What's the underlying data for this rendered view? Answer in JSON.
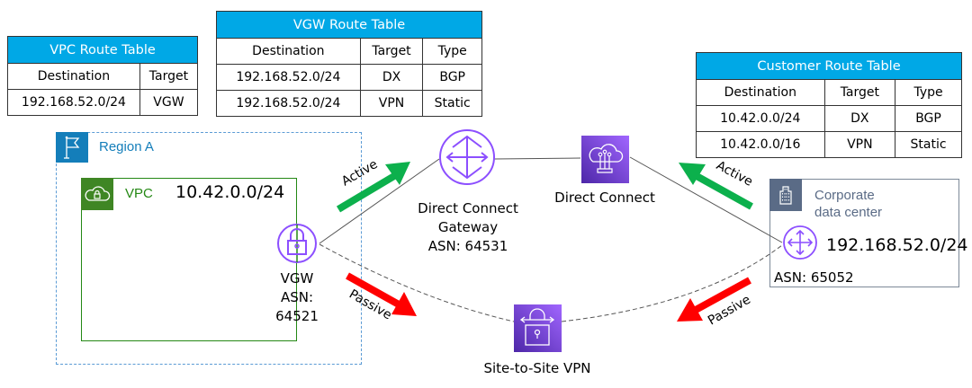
{
  "route_tables": {
    "vpc": {
      "title": "VPC Route Table",
      "headers": [
        "Destination",
        "Target"
      ],
      "rows": [
        [
          "192.168.52.0/24",
          "VGW"
        ]
      ]
    },
    "vgw": {
      "title": "VGW Route Table",
      "headers": [
        "Destination",
        "Target",
        "Type"
      ],
      "rows": [
        [
          "192.168.52.0/24",
          "DX",
          "BGP"
        ],
        [
          "192.168.52.0/24",
          "VPN",
          "Static"
        ]
      ]
    },
    "customer": {
      "title": "Customer Route Table",
      "headers": [
        "Destination",
        "Target",
        "Type"
      ],
      "rows": [
        [
          "10.42.0.0/24",
          "DX",
          "BGP"
        ],
        [
          "10.42.0.0/16",
          "VPN",
          "Static"
        ]
      ]
    }
  },
  "region": {
    "label": "Region A",
    "icon": "flag-icon"
  },
  "vpc": {
    "label": "VPC",
    "cidr": "10.42.0.0/24",
    "icon": "cloud-lock-icon"
  },
  "vgw": {
    "name": "VGW",
    "asn": "ASN: 64521",
    "icon": "padlock-circle-icon"
  },
  "dx_gateway": {
    "name_line1": "Direct Connect",
    "name_line2": "Gateway",
    "asn": "ASN: 64531",
    "icon": "gateway-arrows-icon"
  },
  "direct_connect": {
    "name": "Direct Connect",
    "icon": "cloud-circuit-icon"
  },
  "vpn": {
    "name": "Site-to-Site VPN",
    "icon": "vpn-lock-icon"
  },
  "corporate_dc": {
    "label_line1": "Corporate",
    "label_line2": "data center",
    "cidr": "192.168.52.0/24",
    "asn": "ASN: 65052",
    "icon": "building-icon",
    "router_icon": "router-arrows-icon"
  },
  "paths": {
    "active_left": "Active",
    "active_right": "Active",
    "passive_left": "Passive",
    "passive_right": "Passive"
  },
  "colors": {
    "table_header": "#00A8E6",
    "region": "#147EBA",
    "vpc": "#3F8624",
    "datacenter": "#5A6B86",
    "icon_purple": "#8C4FFF",
    "active": "#0CB04C",
    "passive": "#FF0000"
  }
}
